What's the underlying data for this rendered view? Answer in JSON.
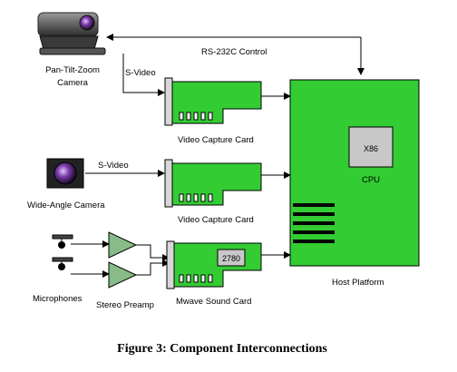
{
  "labels": {
    "ptz_camera_line1": "Pan-Tilt-Zoom",
    "ptz_camera_line2": "Camera",
    "svideo_top": "S-Video",
    "svideo_mid": "S-Video",
    "rs232": "RS-232C Control",
    "wide_camera": "Wide-Angle Camera",
    "video_card_1": "Video Capture Card",
    "video_card_2": "Video Capture Card",
    "microphones": "Microphones",
    "stereo_preamp": "Stereo Preamp",
    "sound_card": "Mwave Sound Card",
    "sound_chip": "2780",
    "cpu_chip": "X86",
    "cpu": "CPU",
    "host_platform": "Host Platform"
  },
  "caption": "Figure 3:  Component Interconnections",
  "colors": {
    "board_green": "#33cc33",
    "chip_gray": "#c8c8c8",
    "triangle_green": "#88bb88",
    "line": "#000000"
  },
  "icons": {
    "ptz_camera": "ptz-camera-icon",
    "wide_camera": "wide-angle-camera-icon",
    "microphone": "microphone-icon"
  }
}
